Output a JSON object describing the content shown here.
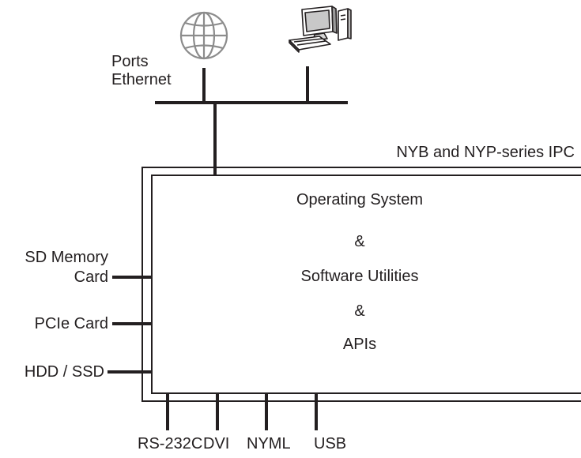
{
  "network": {
    "ports_label": "Ports",
    "ethernet_label": "Ethernet",
    "globe_icon": "globe-icon",
    "computer_icon": "desktop-computer-icon"
  },
  "ipc": {
    "title": "NYB and NYP-series IPC",
    "lines": [
      "Operating System",
      "&",
      "Software Utilities",
      "&",
      "APIs"
    ]
  },
  "left_ports": {
    "sd_line1": "SD Memory",
    "sd_line2": "Card",
    "pcie": "PCIe Card",
    "storage": "HDD / SSD"
  },
  "bottom_ports": [
    "RS-232C",
    "DVI",
    "NYML",
    "USB"
  ],
  "colors": {
    "line": "#231f20",
    "icon_gray": "#8c8c8c"
  }
}
